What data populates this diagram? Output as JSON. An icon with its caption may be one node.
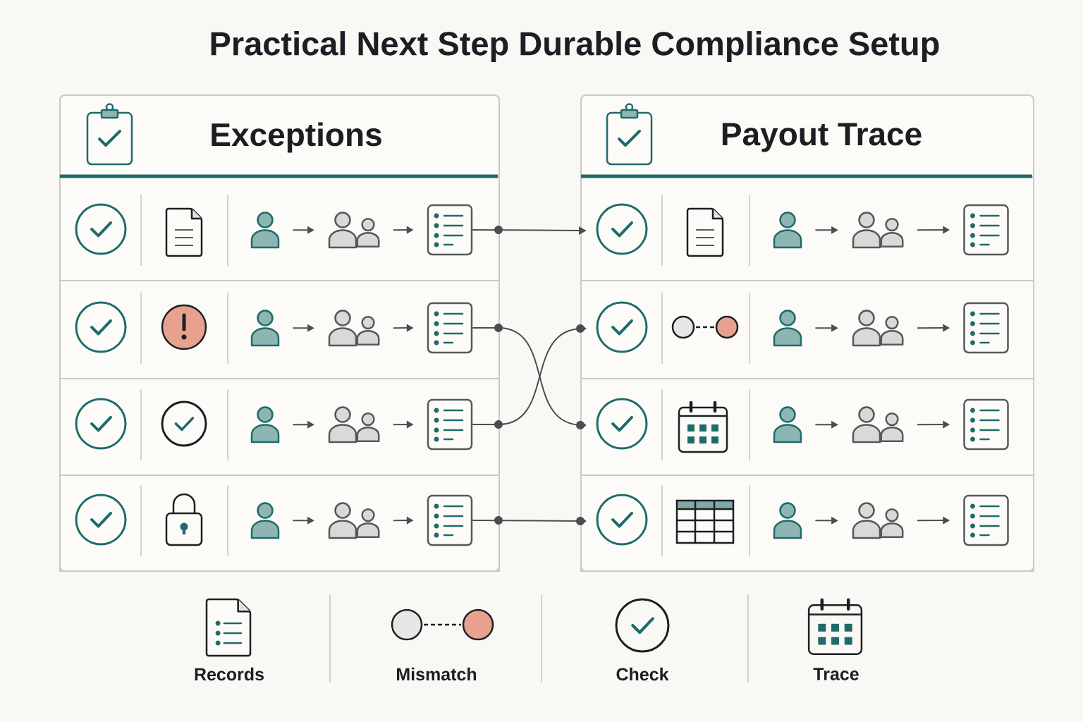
{
  "diagram": {
    "title": "Practical Next Step Durable Compliance Setup",
    "nodes": [
      {
        "text": [
          "Exceptions"
        ]
      },
      {
        "text": [],
        "shape": "box",
        "in": 0
      },
      {
        "text": [],
        "shape": "person",
        "in": 1
      },
      {
        "text": [],
        "shape": "person",
        "in": 1
      },
      {
        "text": [],
        "shape": "picture",
        "in": 1
      },
      {
        "text": [],
        "shape": "box",
        "in": 0
      },
      {
        "text": [],
        "shape": "person",
        "in": 5
      },
      {
        "text": [],
        "shape": "person",
        "in": 5
      },
      {
        "text": [],
        "shape": "picture",
        "in": 5
      },
      {
        "text": [],
        "shape": "box",
        "in": 0
      },
      {
        "text": [],
        "shape": "person",
        "in": 9
      },
      {
        "text": [],
        "shape": "person",
        "in": 9
      },
      {
        "text": [],
        "shape": "picture",
        "in": 9
      },
      {
        "text": [],
        "shape": "box",
        "in": 0
      },
      {
        "text": [],
        "shape": "person",
        "in": 13
      },
      {
        "text": [],
        "shape": "person",
        "in": 13
      },
      {
        "text": [],
        "shape": "picture",
        "in": 13
      },
      {
        "text": [
          "Payout Trace"
        ]
      },
      {
        "text": [],
        "shape": "box",
        "in": 17
      },
      {
        "text": [],
        "shape": "person",
        "in": 18
      },
      {
        "text": [],
        "shape": "person",
        "in": 18
      },
      {
        "text": [],
        "shape": "picture",
        "in": 18
      },
      {
        "text": [],
        "shape": "box",
        "in": 17
      },
      {
        "text": [],
        "shape": "person",
        "in": 22
      },
      {
        "text": [],
        "shape": "person",
        "in": 22
      },
      {
        "text": [],
        "shape": "picture",
        "in": 22
      },
      {
        "text": [],
        "shape": "box",
        "in": 17
      },
      {
        "text": [],
        "shape": "person",
        "in": 26
      },
      {
        "text": [],
        "shape": "person",
        "in": 26
      },
      {
        "text": [],
        "shape": "picture",
        "in": 26
      },
      {
        "text": [],
        "shape": "box",
        "in": 17
      },
      {
        "text": [],
        "shape": "person",
        "in": 30
      },
      {
        "text": [],
        "shape": "person",
        "in": 30
      },
      {
        "text": [],
        "shape": "picture",
        "in": 30
      }
    ],
    "edges": [
      {
        "from": 2,
        "to": 3,
        "arrow": "to"
      },
      {
        "from": 3,
        "to": 4,
        "arrow": "to"
      },
      {
        "from": 6,
        "to": 7,
        "arrow": "to"
      },
      {
        "from": 7,
        "to": 8,
        "arrow": "to"
      },
      {
        "from": 10,
        "to": 11,
        "arrow": "to"
      },
      {
        "from": 11,
        "to": 12,
        "arrow": "to"
      },
      {
        "from": 14,
        "to": 15,
        "arrow": "to"
      },
      {
        "from": 15,
        "to": 16,
        "arrow": "to"
      },
      {
        "from": 4,
        "to": 18,
        "arrow": "to"
      },
      {
        "from": 8,
        "to": 26,
        "arrow": "to"
      },
      {
        "from": 12,
        "to": 22,
        "arrow": "to"
      },
      {
        "from": 16,
        "to": 30,
        "arrow": "to"
      },
      {
        "from": 19,
        "to": 20,
        "arrow": "to"
      },
      {
        "from": 20,
        "to": 21,
        "arrow": "to"
      },
      {
        "from": 23,
        "to": 24,
        "arrow": "to"
      },
      {
        "from": 24,
        "to": 25,
        "arrow": "to"
      },
      {
        "from": 27,
        "to": 28,
        "arrow": "to"
      },
      {
        "from": 28,
        "to": 29,
        "arrow": "to"
      },
      {
        "from": 31,
        "to": 32,
        "arrow": "to"
      },
      {
        "from": 32,
        "to": 33,
        "arrow": "to"
      }
    ],
    "legend": [
      {
        "text": "Records"
      },
      {
        "text": "Mismatch"
      },
      {
        "text": "Check"
      },
      {
        "text": "Trace"
      }
    ]
  }
}
